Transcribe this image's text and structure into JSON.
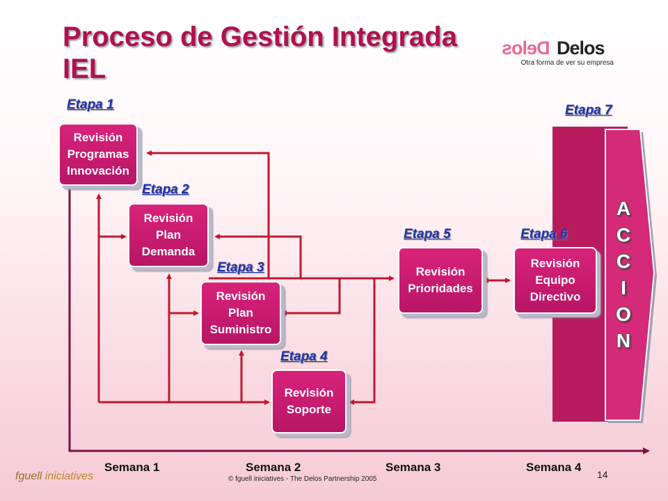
{
  "title": "Proceso de Gestión Integrada IEL",
  "logo": {
    "mirror_text": "Delos",
    "main_text": "Delos",
    "tagline": "Otra forma de ver su empresa"
  },
  "stages": [
    {
      "label": "Etapa 1",
      "box_lines": [
        "Revisión",
        "Programas",
        "Innovación"
      ]
    },
    {
      "label": "Etapa 2",
      "box_lines": [
        "Revisión",
        "Plan",
        "Demanda"
      ]
    },
    {
      "label": "Etapa 3",
      "box_lines": [
        "Revisión",
        "Plan",
        "Suministro"
      ]
    },
    {
      "label": "Etapa 4",
      "box_lines": [
        "Revisión",
        "Soporte"
      ]
    },
    {
      "label": "Etapa 5",
      "box_lines": [
        "Revisión",
        "Prioridades"
      ]
    },
    {
      "label": "Etapa 6",
      "box_lines": [
        "Revisión",
        "Equipo",
        "Directivo"
      ]
    },
    {
      "label": "Etapa 7",
      "box_lines": []
    }
  ],
  "accion_letters": [
    "A",
    "C",
    "C",
    "I",
    "O",
    "N"
  ],
  "weeks": [
    "Semana 1",
    "Semana 2",
    "Semana 3",
    "Semana 4"
  ],
  "footer": {
    "logo_first": "fguell",
    "logo_second": "iniciatives",
    "copyright": "© fguell iniciatives - The Delos Partnership 2005",
    "page_number": "14"
  },
  "colors": {
    "title": "#b01050",
    "box": "#c81a6f",
    "arrow": "#c0182e",
    "stage_label": "#2233aa",
    "timeline": "#7a1040"
  }
}
